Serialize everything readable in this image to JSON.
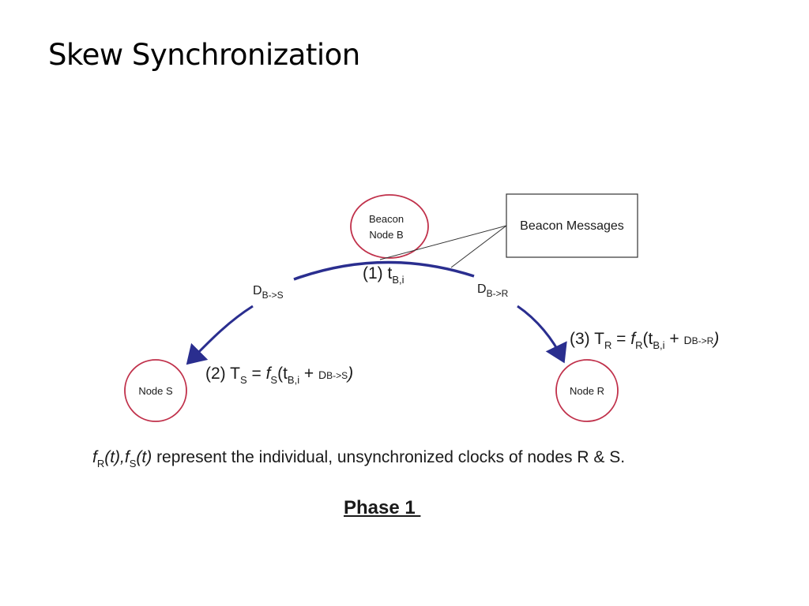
{
  "title": "Skew Synchronization",
  "diagram": {
    "beacon_node": {
      "line1": "Beacon",
      "line2": "Node B"
    },
    "node_s": "Node S",
    "node_r": "Node R",
    "beacon_messages": "Beacon Messages",
    "step1": {
      "prefix": "(1) t",
      "sub": "B,i"
    },
    "d_bs": {
      "main": "D",
      "sub": "B->S"
    },
    "d_br": {
      "main": "D",
      "sub": "B->R"
    },
    "step2": {
      "prefix": "(2) T",
      "sub1": "S",
      "eq": " = ",
      "f": "f",
      "fsub": "S",
      "open": "(t",
      "tsub": "B,i",
      "plus": " + ",
      "d": "D",
      "dsub": "B->S",
      "close": ")"
    },
    "step3": {
      "prefix": "(3) T",
      "sub1": "R",
      "eq": " = ",
      "f": "f",
      "fsub": "R",
      "open": "(t",
      "tsub": "B,i",
      "plus": " + ",
      "d": "D",
      "dsub": "B->R",
      "close": ")"
    },
    "caption": {
      "f1": "f",
      "f1sub": "R",
      "t1": "(t),",
      "f2": "f",
      "f2sub": "S",
      "t2": "(t)",
      "rest": " represent the individual, unsynchronized clocks of nodes R & S."
    },
    "phase": "Phase 1 ",
    "colors": {
      "node_circle": "#c0304a",
      "arrow": "#2a2e8f",
      "line": "#333333"
    }
  }
}
